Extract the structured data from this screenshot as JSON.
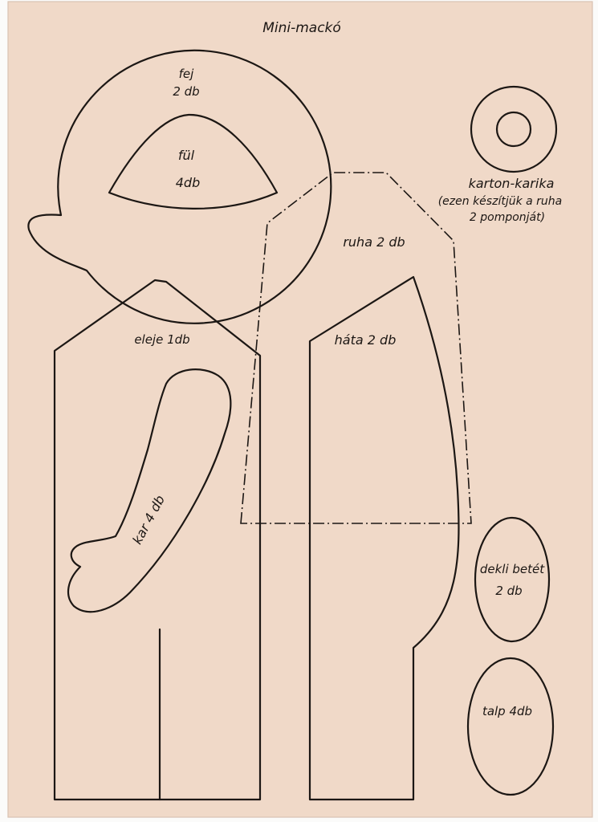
{
  "page": {
    "title": "Mini-mackó",
    "paper_color": "#f0d9c8",
    "ink_color": "#1c1714"
  },
  "pieces": {
    "fej": {
      "name": "fej",
      "count": "2 db"
    },
    "ful": {
      "name": "fül",
      "count": "4db"
    },
    "karton": {
      "name": "karton-karika",
      "note_line1": "(ezen készítjük a ruha",
      "note_line2": "2 pomponját)"
    },
    "ruha": {
      "label": "ruha 2 db"
    },
    "eleje": {
      "label": "eleje 1db"
    },
    "hata": {
      "label": "háta 2 db"
    },
    "kar": {
      "label": "kar 4 db"
    },
    "deckli": {
      "name": "dekli betét",
      "count": "2 db"
    },
    "talp": {
      "label": "talp 4db"
    }
  },
  "line_styles": {
    "piece_outline": "solid",
    "ruha_outline": "dash-dot"
  }
}
